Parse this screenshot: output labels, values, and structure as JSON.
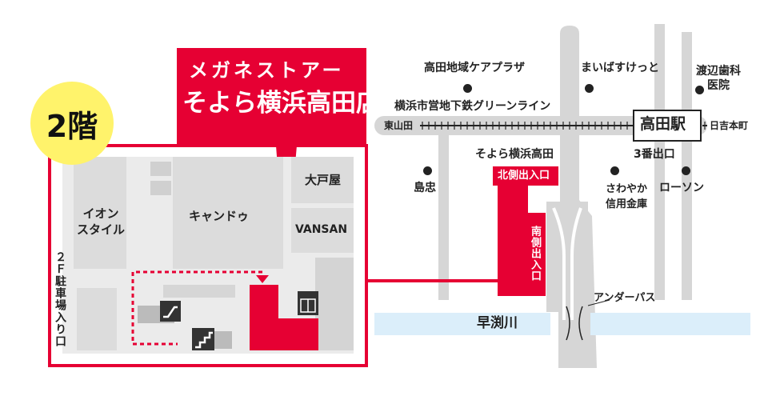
{
  "floor_badge": "2階",
  "store": {
    "chain": "メガネストアー",
    "name": "そよら横浜高田店"
  },
  "floor_plan": {
    "shops": {
      "aeon": "イオン\nスタイル",
      "candou": "キャンドゥ",
      "otoya": "大戸屋",
      "vansan": "VANSAN"
    },
    "parking_entrance": "２Ｆ駐車場入り口"
  },
  "map": {
    "landmarks": {
      "care_plaza": "高田地域ケアプラザ",
      "maibasu": "まいばすけっと",
      "watanabe": "渡辺歯科\n医院",
      "shimatada": "島忠",
      "sawayaka": "さわやか\n信用金庫",
      "lawson": "ローソン",
      "soyora": "そよら横浜高田"
    },
    "rail_line": "横浜市営地下鉄グリーンライン",
    "toward_left": "東山田",
    "toward_right": "日吉本町",
    "station": "高田駅",
    "exit3": "3番出口",
    "north_entrance": "北側出入口",
    "south_entrance": "南側出入口",
    "underpass": "アンダーパス",
    "river": "早渕川"
  },
  "colors": {
    "accent_red": "#e60033",
    "badge_yellow": "#fff36b",
    "road_gray": "#d4d4d4",
    "river_blue": "#dbeefa"
  }
}
